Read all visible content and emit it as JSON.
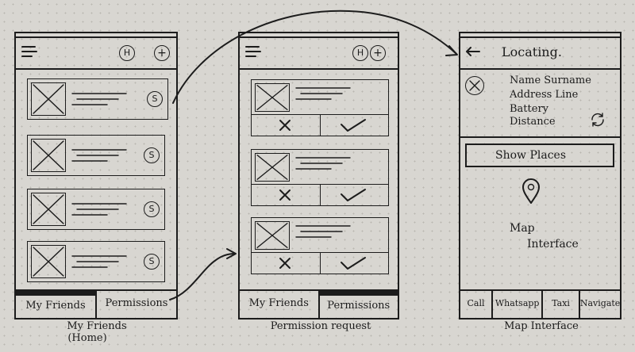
{
  "screens": [
    {
      "header": {
        "icon_h": "H",
        "icon_plus": "+"
      },
      "items": [
        {
          "badge": "S"
        },
        {
          "badge": "S"
        },
        {
          "badge": "S"
        },
        {
          "badge": "S"
        }
      ],
      "tabs": [
        "My Friends",
        "Permissions"
      ],
      "active_tab": 0,
      "caption_line1": "My Friends",
      "caption_line2": "(Home)"
    },
    {
      "header": {
        "icon_h": "H",
        "icon_plus": "+"
      },
      "request_count": 3,
      "tabs": [
        "My Friends",
        "Permissions"
      ],
      "active_tab": 1,
      "caption_line1": "Permission request"
    },
    {
      "title": "Locating.",
      "profile": {
        "name": "Name Surname",
        "address": "Address Line",
        "battery": "Battery",
        "distance": "Distance"
      },
      "show_places_label": "Show Places",
      "map_label_line1": "Map",
      "map_label_line2": "Interface",
      "tabs": [
        "Call",
        "Whatsapp",
        "Taxi",
        "Navigate"
      ],
      "caption_line1": "Map Interface"
    }
  ]
}
